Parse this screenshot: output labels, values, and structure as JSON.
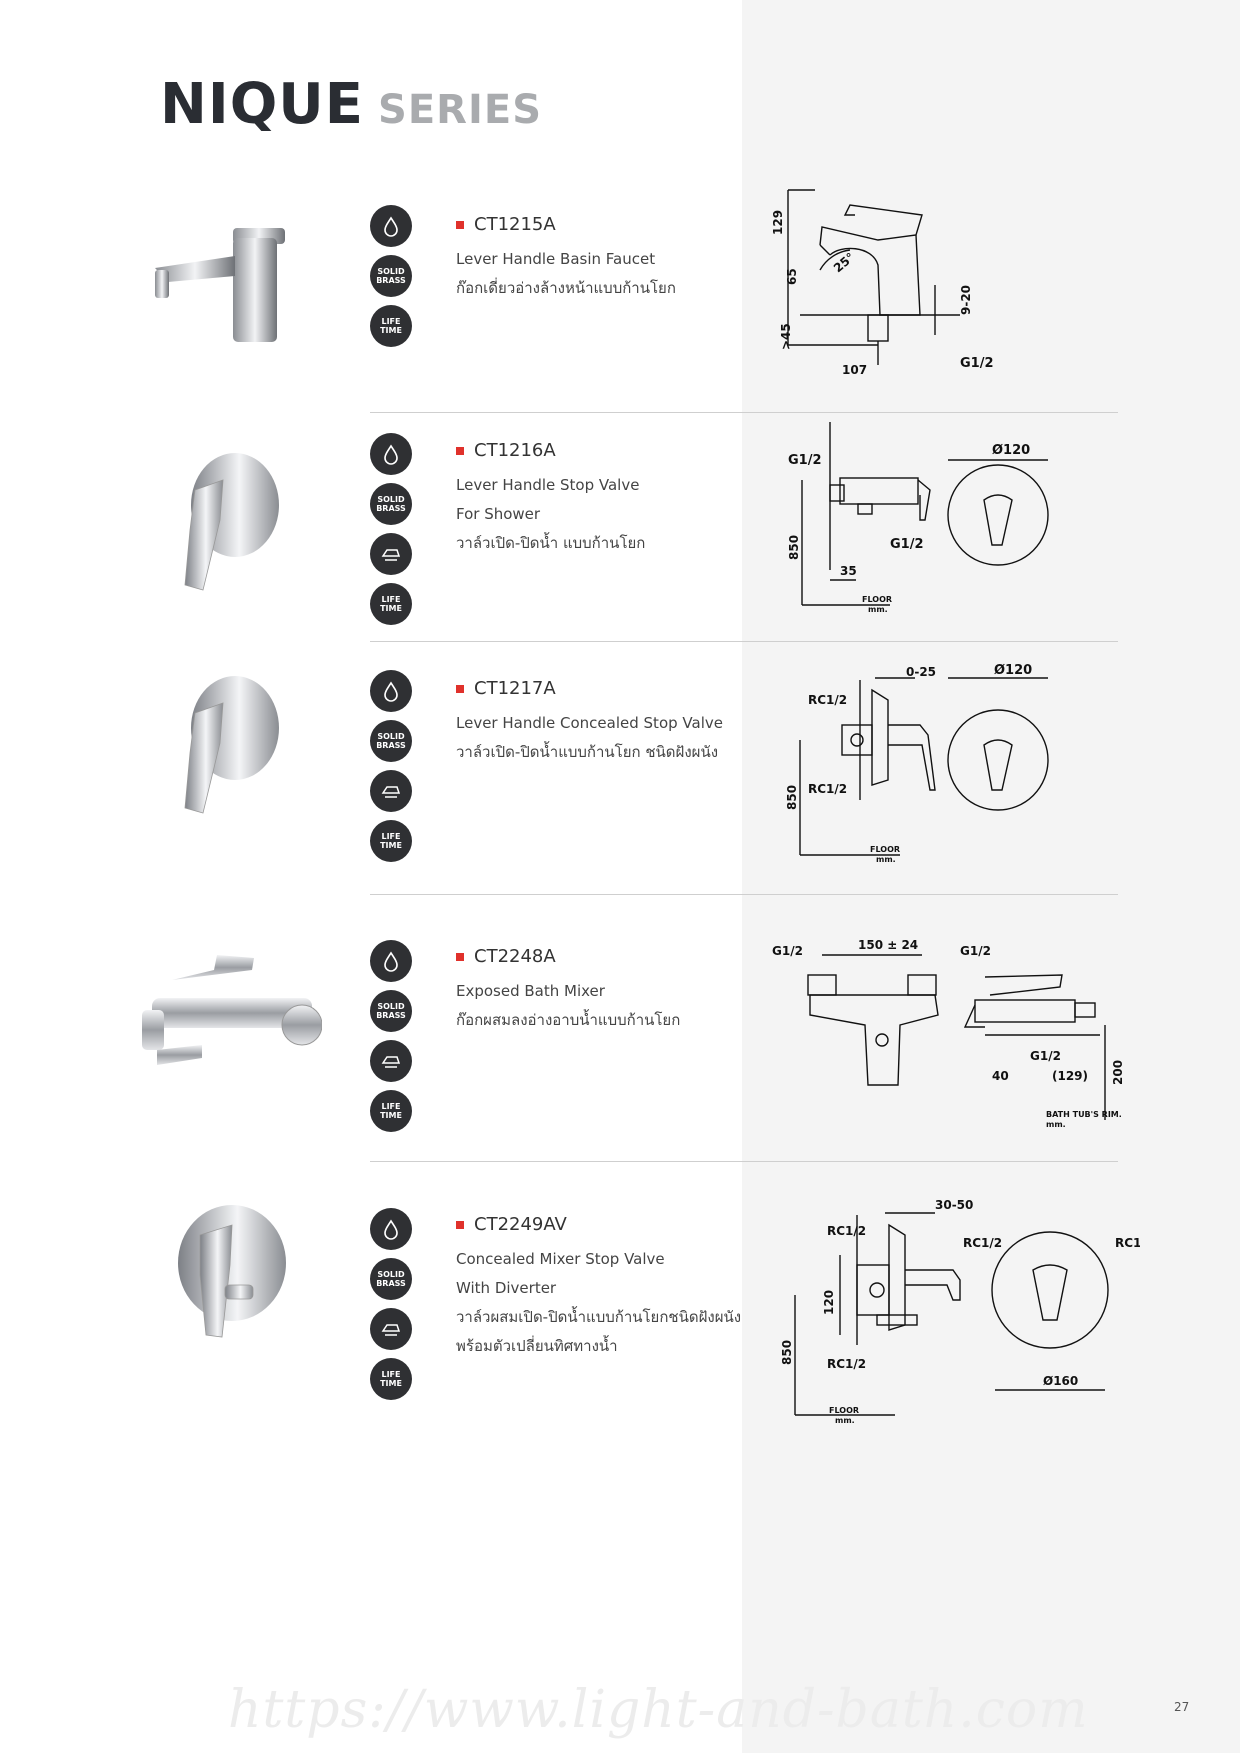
{
  "header": {
    "title_main": "NIQUE",
    "title_sub": "SERIES"
  },
  "badges": {
    "solid": [
      "SOLID",
      "BRASS"
    ],
    "life": [
      "LIFE",
      "TIME"
    ]
  },
  "products": [
    {
      "code": "CT1215A",
      "lines": [
        "Lever Handle Basin Faucet",
        "ก๊อกเดี่ยวอ่างล้างหน้าแบบก้านโยก"
      ],
      "dims": {
        "a": "129",
        "b": "65",
        "c": "25°",
        "d": "9-20",
        "e": ">45",
        "f": "107",
        "g": "G1/2"
      }
    },
    {
      "code": "CT1216A",
      "lines": [
        "Lever Handle Stop Valve",
        "For Shower",
        "วาล์วเปิด-ปิดน้ำ แบบก้านโยก"
      ],
      "dims": {
        "a": "G1/2",
        "b": "G1/2",
        "c": "850",
        "d": "35",
        "e": "FLOOR",
        "f": "mm.",
        "g": "Ø120"
      }
    },
    {
      "code": "CT1217A",
      "lines": [
        "Lever Handle Concealed Stop Valve",
        "วาล์วเปิด-ปิดน้ำแบบก้านโยก ชนิดฝังผนัง"
      ],
      "dims": {
        "a": "RC1/2",
        "b": "0-25",
        "c": "RC1/2",
        "d": "850",
        "e": "FLOOR",
        "f": "mm.",
        "g": "Ø120"
      }
    },
    {
      "code": "CT2248A",
      "lines": [
        "Exposed Bath Mixer",
        "ก๊อกผสมลงอ่างอาบน้ำแบบก้านโยก"
      ],
      "dims": {
        "a": "G1/2",
        "b": "150 ± 24",
        "c": "G1/2",
        "d": "G1/2",
        "e": "40",
        "f": "(129)",
        "g": "200",
        "h": "BATH TUB'S RIM.",
        "i": "mm."
      }
    },
    {
      "code": "CT2249AV",
      "lines": [
        "Concealed Mixer Stop Valve",
        "With Diverter",
        "วาล์วผสมเปิด-ปิดน้ำแบบก้านโยกชนิดฝังผนัง",
        "พร้อมตัวเปลี่ยนทิศทางน้ำ"
      ],
      "dims": {
        "a": "RC1/2",
        "b": "30-50",
        "c": "120",
        "d": "850",
        "e": "RC1/2",
        "f": "RC1/2",
        "g": "RC1/",
        "h": "Ø160",
        "i": "FLOOR",
        "j": "mm."
      }
    }
  ],
  "page_number": "27",
  "watermark": "https://www.light-and-bath.com"
}
